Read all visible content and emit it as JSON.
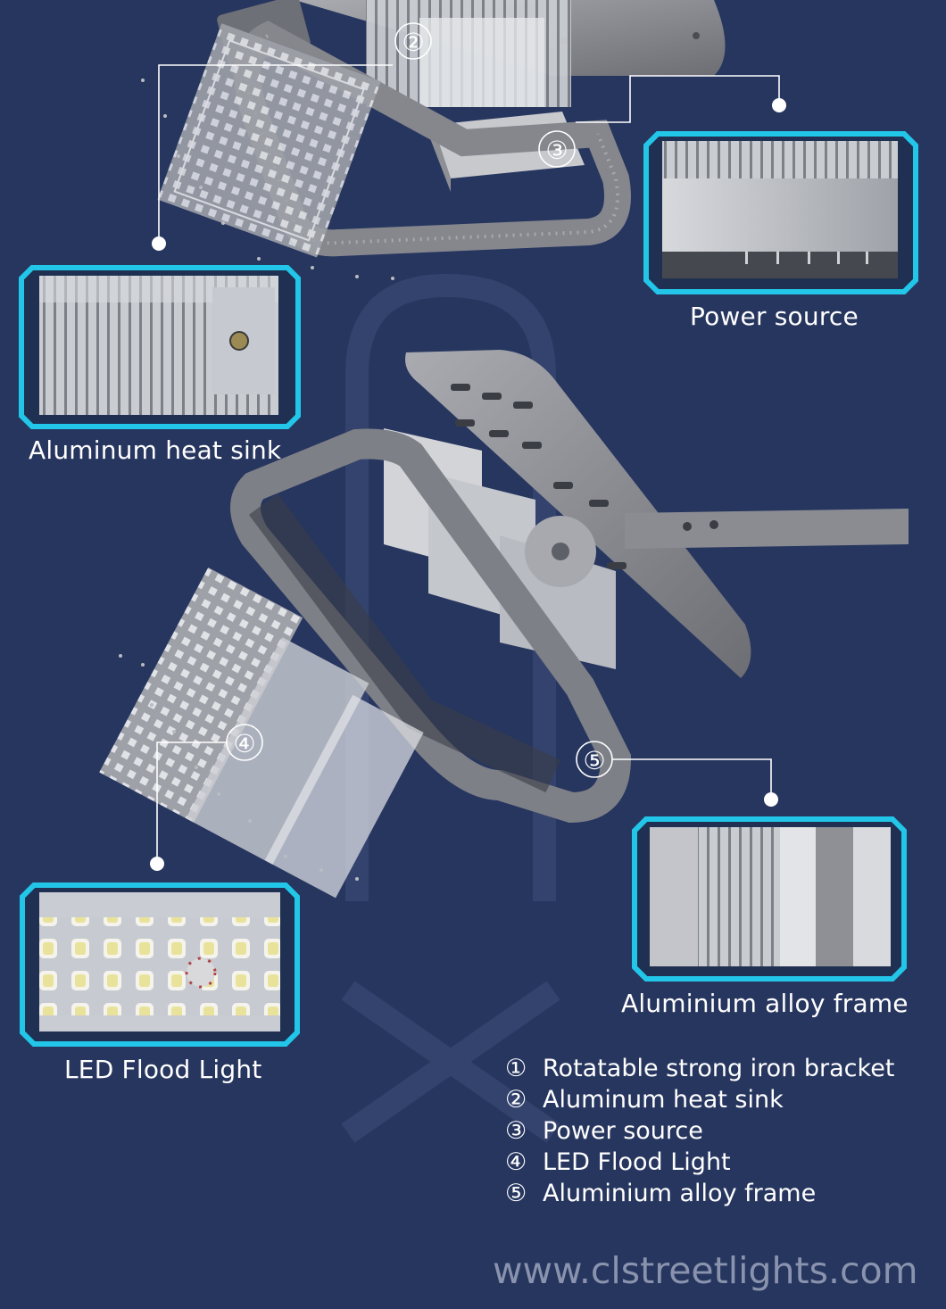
{
  "callouts": {
    "heat_sink": "Aluminum heat sink",
    "power_source": "Power source",
    "led_flood_light": "LED Flood Light",
    "alloy_frame": "Aluminium alloy frame"
  },
  "markers": [
    "②",
    "③",
    "④",
    "⑤"
  ],
  "legend": [
    {
      "num": "①",
      "text": "Rotatable strong iron bracket"
    },
    {
      "num": "②",
      "text": "Aluminum heat sink"
    },
    {
      "num": "③",
      "text": "Power source"
    },
    {
      "num": "④",
      "text": "LED Flood Light"
    },
    {
      "num": "⑤",
      "text": "Aluminium alloy frame"
    }
  ],
  "website": "www.clstreetlights.com",
  "colors": {
    "background": "#27365f",
    "frame_cyan": "#22c6e8",
    "metal": "#8e9097",
    "url_text": "#8a93ae"
  }
}
